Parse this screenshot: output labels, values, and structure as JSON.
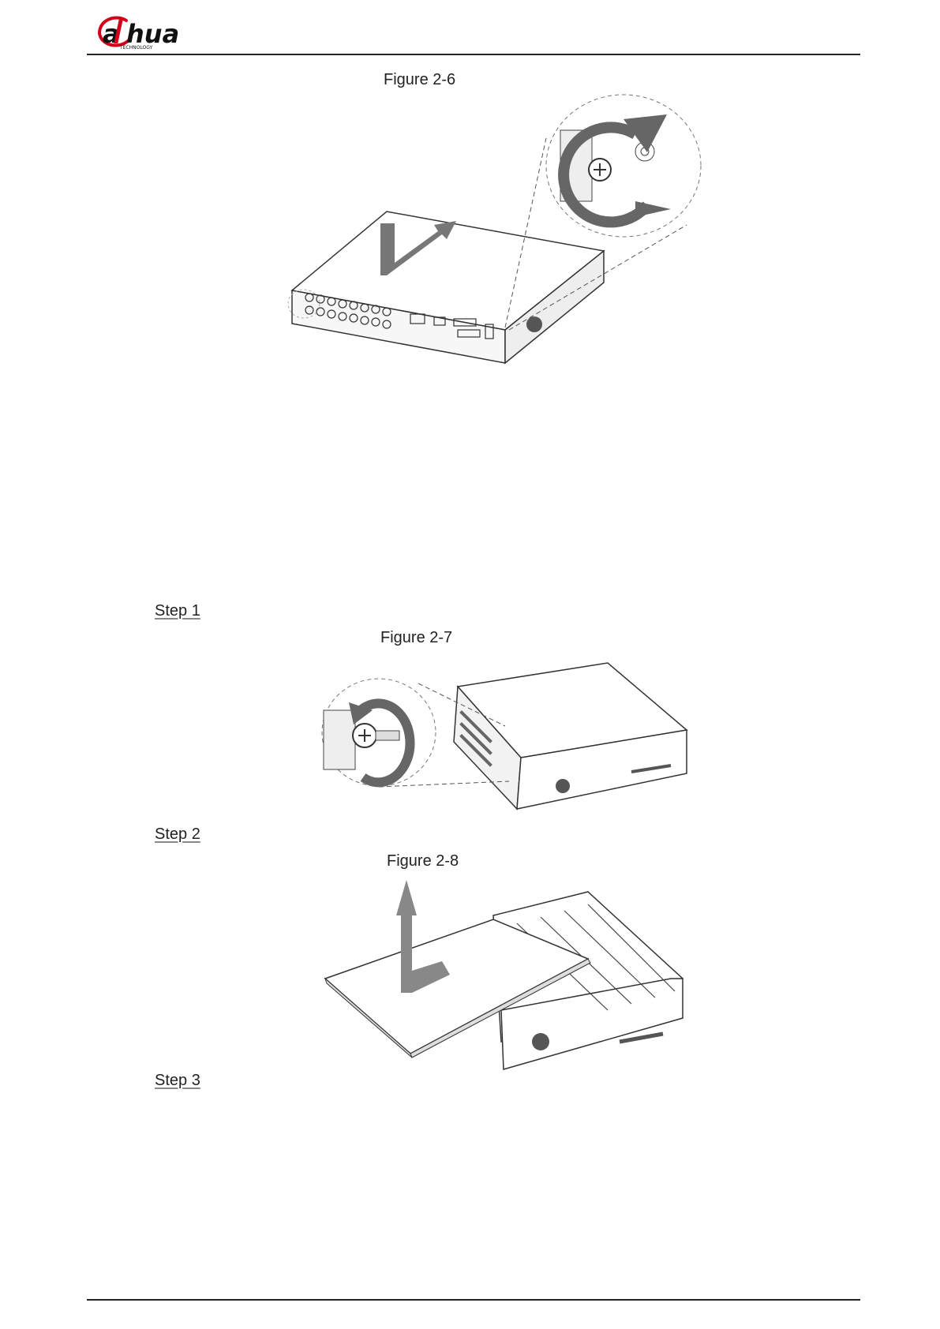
{
  "header": {
    "logo": {
      "wordmark": "alhua",
      "tagline": "TECHNOLOGY",
      "brand_color": "#d4001a"
    }
  },
  "figures": [
    {
      "caption": "Figure 2-6"
    },
    {
      "caption": "Figure 2-7"
    },
    {
      "caption": "Figure 2-8"
    }
  ],
  "steps": [
    {
      "label": "Step 1"
    },
    {
      "label": "Step 2"
    },
    {
      "label": "Step 3"
    }
  ]
}
